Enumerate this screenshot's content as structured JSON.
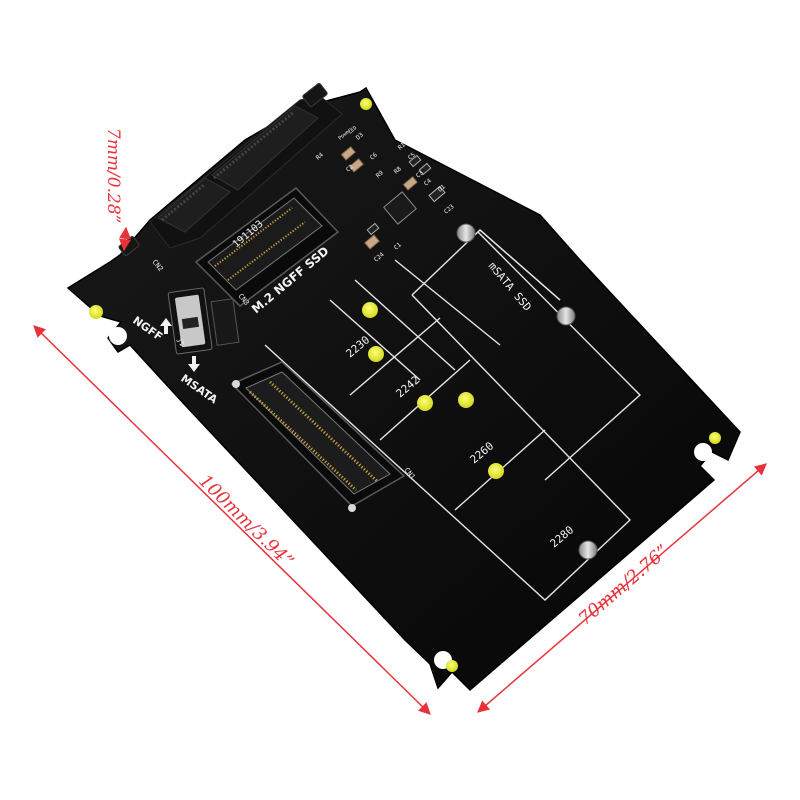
{
  "dimensions": {
    "thickness": "7mm/0.28”",
    "length": "100mm/3.94”",
    "width": "70mm/2.76”",
    "color": "#e8323a"
  },
  "board": {
    "ngff_ssd_label": "M.2  NGFF SSD",
    "msata_ssd_label": "mSATA SSD",
    "switch_ngff_label": "NGFF",
    "switch_msata_label": "MSATA",
    "chip_code": "191103",
    "size_labels": [
      "2230",
      "2242",
      "2260",
      "2280"
    ],
    "connector_labels": {
      "cn1": "CN1",
      "cn2": "CN2",
      "cn3": "CN3",
      "j1": "J1"
    },
    "component_labels": [
      "Power",
      "LED",
      "R4",
      "D3",
      "C6",
      "R10",
      "C5",
      "C2",
      "R9",
      "R8",
      "C3",
      "C4",
      "D1",
      "C23",
      "C24",
      "C1"
    ],
    "colors": {
      "pcb": "#0d0d0d",
      "silkscreen": "#f2f2f2",
      "pad": "#e6ea2a",
      "gold": "#c9a640"
    }
  }
}
